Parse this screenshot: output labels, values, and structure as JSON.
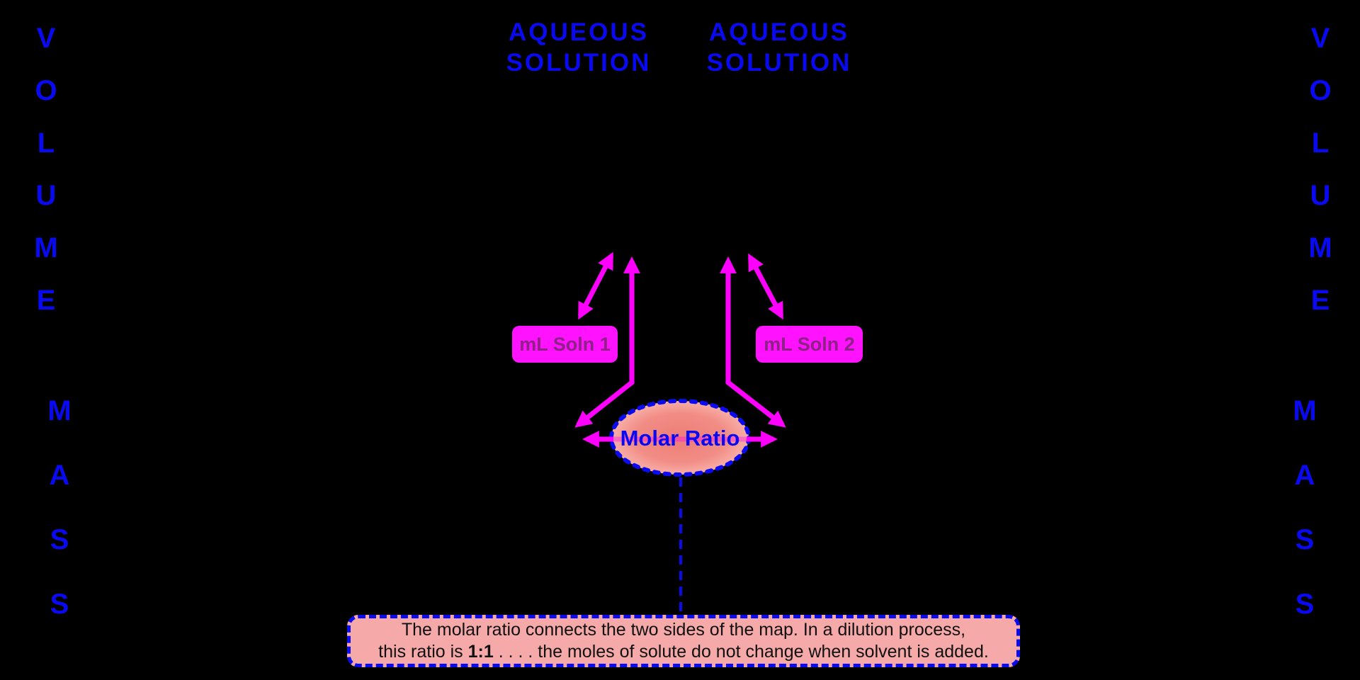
{
  "colors": {
    "background": "#000000",
    "text_blue": "#0a0af2",
    "arrow_magenta": "#ff00ff",
    "soln_box_fill": "#ff12fe",
    "soln_box_text": "#8d2186",
    "ellipse_fill_center": "#ee7d76",
    "ellipse_fill_edge": "#fbc0b8",
    "note_fill": "#f6a9a9",
    "note_text": "#111111"
  },
  "side_labels": {
    "left": {
      "top": "VOLUME",
      "bottom": "MASS"
    },
    "right": {
      "top": "VOLUME",
      "bottom": "MASS"
    }
  },
  "headers": {
    "left": {
      "line1": "AQUEOUS",
      "line2": "SOLUTION"
    },
    "right": {
      "line1": "AQUEOUS",
      "line2": "SOLUTION"
    }
  },
  "nodes": {
    "soln1_label": "mL Soln 1",
    "soln2_label": "mL Soln 2",
    "molar_ratio_label": "Molar Ratio"
  },
  "arrows": [
    {
      "name": "double-arrow-left-diagonal",
      "connects": "AQUEOUS SOLUTION (left) <-> mL Soln 1"
    },
    {
      "name": "double-arrow-right-diagonal",
      "connects": "AQUEOUS SOLUTION (right) <-> mL Soln 2"
    },
    {
      "name": "double-arrow-left-elbow",
      "connects": "AQUEOUS SOLUTION (left) <-> Molar Ratio area"
    },
    {
      "name": "double-arrow-right-elbow",
      "connects": "AQUEOUS SOLUTION (right) <-> Molar Ratio area"
    },
    {
      "name": "arrow-molar-ratio-left",
      "connects": "Molar Ratio -> left"
    },
    {
      "name": "arrow-molar-ratio-right",
      "connects": "Molar Ratio -> right"
    },
    {
      "name": "dashed-connector",
      "connects": "Molar Ratio -> note box"
    }
  ],
  "note": {
    "line1": "The molar ratio connects the two sides of the map. In a dilution process,",
    "line2_prefix": "this ratio is ",
    "line2_bold": "1:1",
    "line2_suffix": " . . . . the moles of solute do not change when solvent is added."
  }
}
